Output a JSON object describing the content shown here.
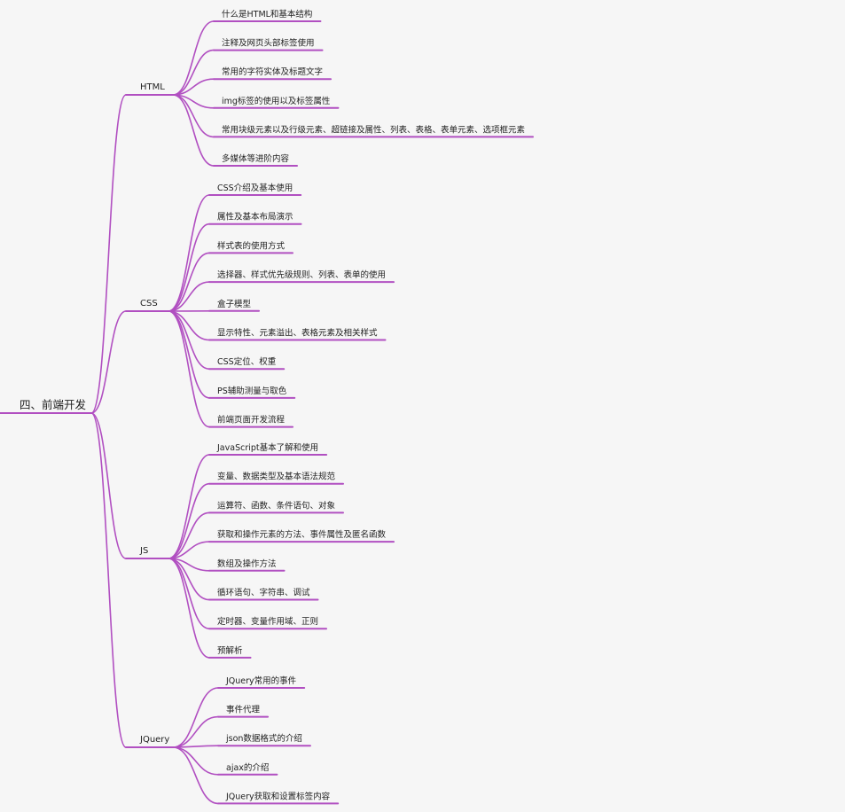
{
  "mindmap": {
    "root": "四、前端开发",
    "accent_color": "#b14fc1",
    "background_color": "#f6f6f6",
    "branches": [
      {
        "label": "HTML",
        "children": [
          "什么是HTML和基本结构",
          "注释及网页头部标签使用",
          "常用的字符实体及标题文字",
          "img标签的使用以及标签属性",
          "常用块级元素以及行级元素、超链接及属性、列表、表格、表单元素、选项框元素",
          "多媒体等进阶内容"
        ]
      },
      {
        "label": "CSS",
        "children": [
          "CSS介绍及基本使用",
          "属性及基本布局演示",
          "样式表的使用方式",
          "选择器、样式优先级规则、列表、表单的使用",
          "盒子模型",
          "显示特性、元素溢出、表格元素及相关样式",
          "CSS定位、权重",
          "PS辅助测量与取色",
          "前端页面开发流程"
        ]
      },
      {
        "label": "JS",
        "children": [
          "JavaScript基本了解和使用",
          "变量、数据类型及基本语法规范",
          "运算符、函数、条件语句、对象",
          "获取和操作元素的方法、事件属性及匿名函数",
          "数组及操作方法",
          "循环语句、字符串、调试",
          "定时器、变量作用域、正则",
          "预解析"
        ]
      },
      {
        "label": "JQuery",
        "children": [
          "JQuery常用的事件",
          "事件代理",
          "json数据格式的介绍",
          "ajax的介绍",
          "JQuery获取和设置标签内容"
        ]
      }
    ]
  }
}
